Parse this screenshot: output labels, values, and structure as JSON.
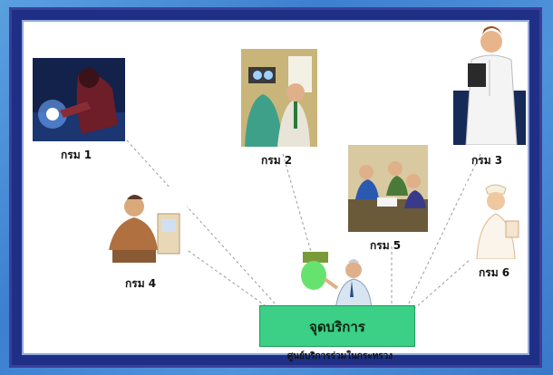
{
  "departments": [
    {
      "label": "กรม 1",
      "icon": "welder-icon"
    },
    {
      "label": "กรม 2",
      "icon": "eye-exam-icon"
    },
    {
      "label": "กรม 3",
      "icon": "doctor-icon"
    },
    {
      "label": "กรม 4",
      "icon": "office-worker-icon"
    },
    {
      "label": "กรม 5",
      "icon": "meeting-icon"
    },
    {
      "label": "กรม 6",
      "icon": "nurse-icon"
    }
  ],
  "center": {
    "title": "จุดบริการ",
    "subtitle": "ศูนย์บริการร่วมในกระทรวง",
    "icon": "presenter-icon",
    "color": "#3ccf86"
  }
}
